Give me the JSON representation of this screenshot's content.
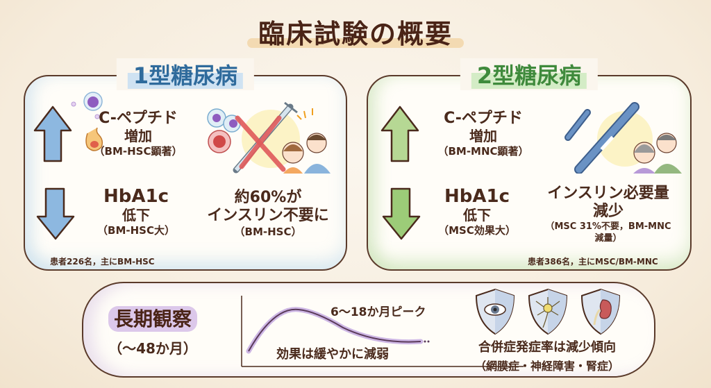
{
  "title": "臨床試験の概要",
  "type1": {
    "heading": "1型糖尿病",
    "cpeptide": {
      "label": "C-ペプチド",
      "change": "増加",
      "detail": "（BM-HSC顕著）",
      "direction": "up"
    },
    "hba1c": {
      "label": "HbA1c",
      "change": "低下",
      "detail": "（BM-HSC大）",
      "direction": "down"
    },
    "insulin": {
      "line1": "約60%が",
      "line2": "インスリン不要に",
      "detail": "（BM-HSC）"
    },
    "footnote": "患者226名，主にBM-HSC",
    "accent": "#2f6b9c",
    "arrow_color": "#6d9fd4"
  },
  "type2": {
    "heading": "2型糖尿病",
    "cpeptide": {
      "label": "C-ペプチド",
      "change": "増加",
      "detail": "（BM-MNC顕著）",
      "direction": "up"
    },
    "hba1c": {
      "label": "HbA1c",
      "change": "低下",
      "detail": "（MSC効果大）",
      "direction": "down"
    },
    "insulin": {
      "line1": "インスリン必要量",
      "line2": "減少",
      "detail1": "（MSC 31%不要，BM-MNC",
      "detail2": "減量）"
    },
    "footnote": "患者386名，主にMSC/BM-MNC",
    "accent": "#3f8a3c",
    "arrow_color": "#8fc06e"
  },
  "longterm": {
    "label": "長期観察",
    "period": "（〜48か月）",
    "peak_label": "6〜18か月ピーク",
    "decline_label": "効果は緩やかに減弱",
    "complications": "合併症発症率は減少傾向",
    "complications_detail": "（網膜症・神経障害・腎症）",
    "shields": [
      "eye-shield",
      "nerve-shield",
      "kidney-shield"
    ],
    "accent": "#b79ad6"
  }
}
